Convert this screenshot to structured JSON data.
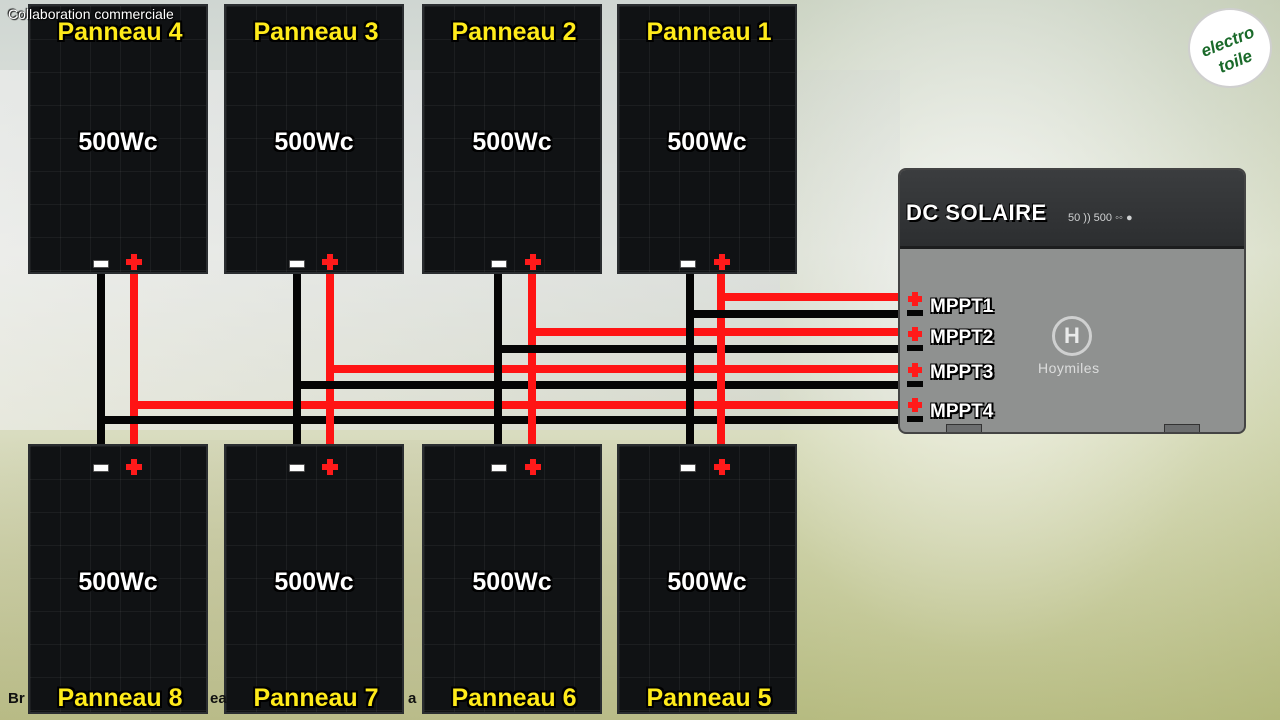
{
  "watermark": "Collaboration commerciale",
  "logo": {
    "line1": "electro",
    "line2": "toile"
  },
  "bottom_fragments": [
    "Br",
    "ea",
    "a"
  ],
  "panels": [
    {
      "name": "Panneau 4",
      "power": "500Wc"
    },
    {
      "name": "Panneau 3",
      "power": "500Wc"
    },
    {
      "name": "Panneau 2",
      "power": "500Wc"
    },
    {
      "name": "Panneau 1",
      "power": "500Wc"
    },
    {
      "name": "Panneau 8",
      "power": "500Wc"
    },
    {
      "name": "Panneau 7",
      "power": "500Wc"
    },
    {
      "name": "Panneau 6",
      "power": "500Wc"
    },
    {
      "name": "Panneau 5",
      "power": "500Wc"
    }
  ],
  "inverter": {
    "title": "DC SOLAIRE",
    "indicators": "50 ))  500 ◦◦  ●",
    "logo_letter": "H",
    "brand": "Hoymiles",
    "inputs": [
      "MPPT1",
      "MPPT2",
      "MPPT3",
      "MPPT4"
    ]
  },
  "colors": {
    "positive": "#ff1414",
    "negative": "#050505",
    "panel_label": "#ffeb1a"
  },
  "icons": {
    "positive_terminal": "plus-terminal-icon",
    "negative_terminal": "minus-terminal-icon"
  }
}
